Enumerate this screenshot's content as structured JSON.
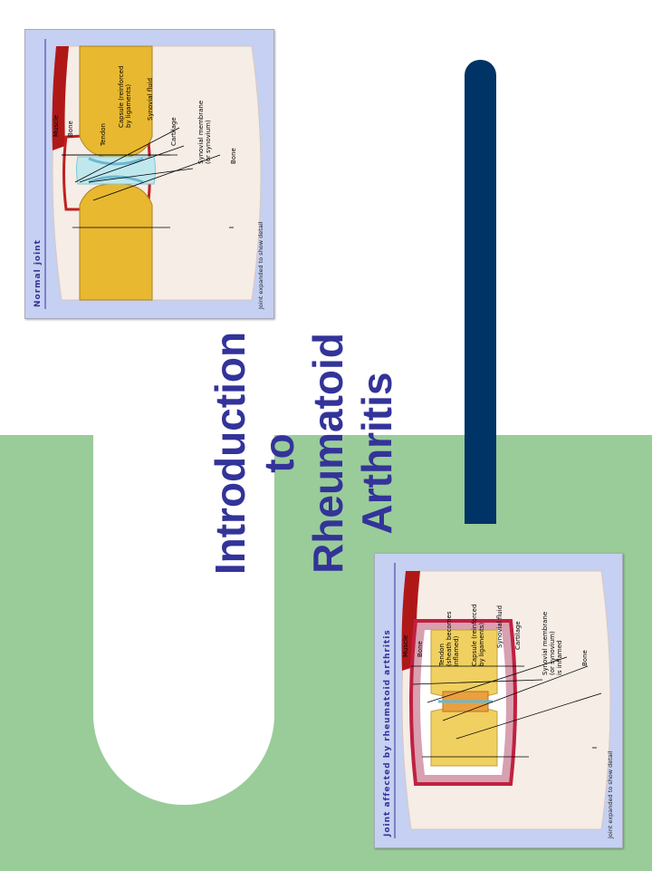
{
  "title": {
    "line1": "Introduction",
    "line2": "to",
    "line3": "Rheumatoid",
    "line4": "Arthritis"
  },
  "colors": {
    "title": "#333399",
    "navy_bar": "#003366",
    "green_band": "#99cc99",
    "panel_bg": "#c5d0f2"
  },
  "normal_joint": {
    "heading": "Normal joint",
    "note": "Joint expanded to show detail",
    "labels": {
      "muscle": "Muscle",
      "bone_left": "Bone",
      "tendon": "Tendon",
      "capsule_1": "Capsule (reinforced",
      "capsule_2": "by ligaments)",
      "synovial_fluid": "Synovial fluid",
      "cartilage": "Cartilage",
      "membrane_1": "Synovial membrane",
      "membrane_2": "(or synovium)",
      "bone_right": "Bone"
    }
  },
  "ra_joint": {
    "heading": "Joint affected by rheumatoid arthritis",
    "note": "Joint expanded to show detail",
    "labels": {
      "muscle": "Muscle",
      "bone_left": "Bone",
      "tendon_1": "Tendon",
      "tendon_2": "(sheath becomes",
      "tendon_3": "inflamed)",
      "capsule_1": "Capsule (reinforced",
      "capsule_2": "by ligaments)",
      "synovial_fluid": "Synovial fluid",
      "cartilage": "Cartilage",
      "membrane_1": "Synovial membrane",
      "membrane_2": "(or synovium)",
      "membrane_3": "is inflamed",
      "bone_right": "Bone"
    }
  }
}
